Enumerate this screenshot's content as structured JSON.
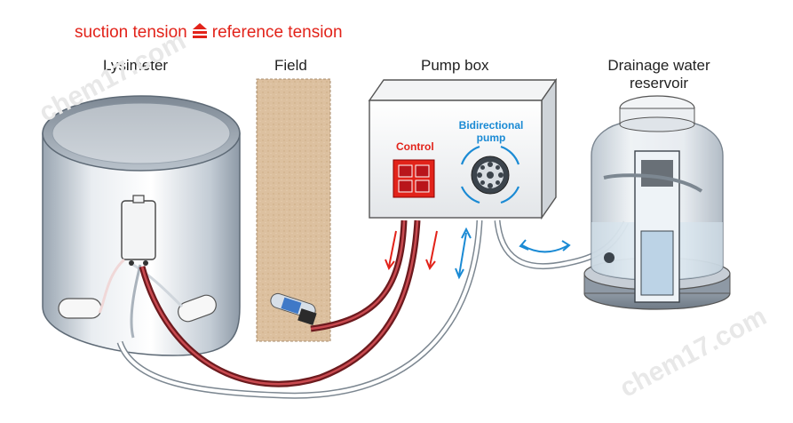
{
  "header": {
    "suction": "suction tension",
    "reference": "reference tension",
    "colors": {
      "red": "#e2231a",
      "blue": "#1a8ad4"
    }
  },
  "labels": {
    "lysimeter": "Lysimeter",
    "field": "Field",
    "pump_box": "Pump box",
    "reservoir_line1": "Drainage water",
    "reservoir_line2": "reservoir"
  },
  "pump_box": {
    "control": "Control",
    "pump_line1": "Bidirectional",
    "pump_line2": "pump"
  },
  "watermark": "chem17.com",
  "icons": [
    "suction-reference-symbol-icon",
    "control-panel-icon",
    "pump-rotor-icon",
    "flow-arrow-icon"
  ]
}
